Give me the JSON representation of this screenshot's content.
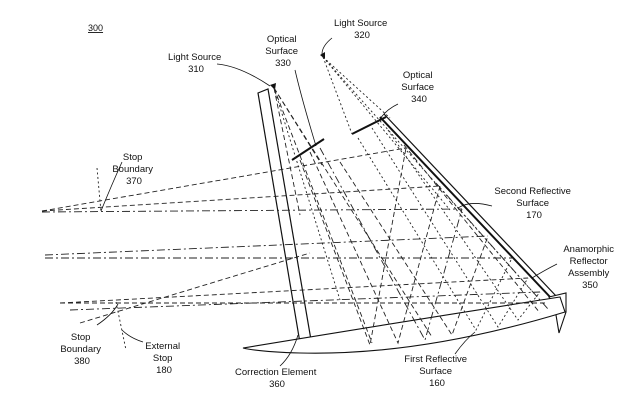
{
  "figure": {
    "number": "300"
  },
  "labels": {
    "light_source_310": [
      "Light Source",
      "310"
    ],
    "light_source_320": [
      "Light Source",
      "320"
    ],
    "optical_surface_330": [
      "Optical",
      "Surface",
      "330"
    ],
    "optical_surface_340": [
      "Optical",
      "Surface",
      "340"
    ],
    "stop_boundary_370": [
      "Stop",
      "Boundary",
      "370"
    ],
    "second_reflective_170": [
      "Second Reflective",
      "Surface",
      "170"
    ],
    "anamorphic_350": [
      "Anamorphic",
      "Reflector",
      "Assembly",
      "350"
    ],
    "stop_boundary_380": [
      "Stop",
      "Boundary",
      "380"
    ],
    "external_stop_180": [
      "External",
      "Stop",
      "180"
    ],
    "correction_element_360": [
      "Correction Element",
      "360"
    ],
    "first_reflective_160": [
      "First Reflective",
      "Surface",
      "160"
    ]
  }
}
